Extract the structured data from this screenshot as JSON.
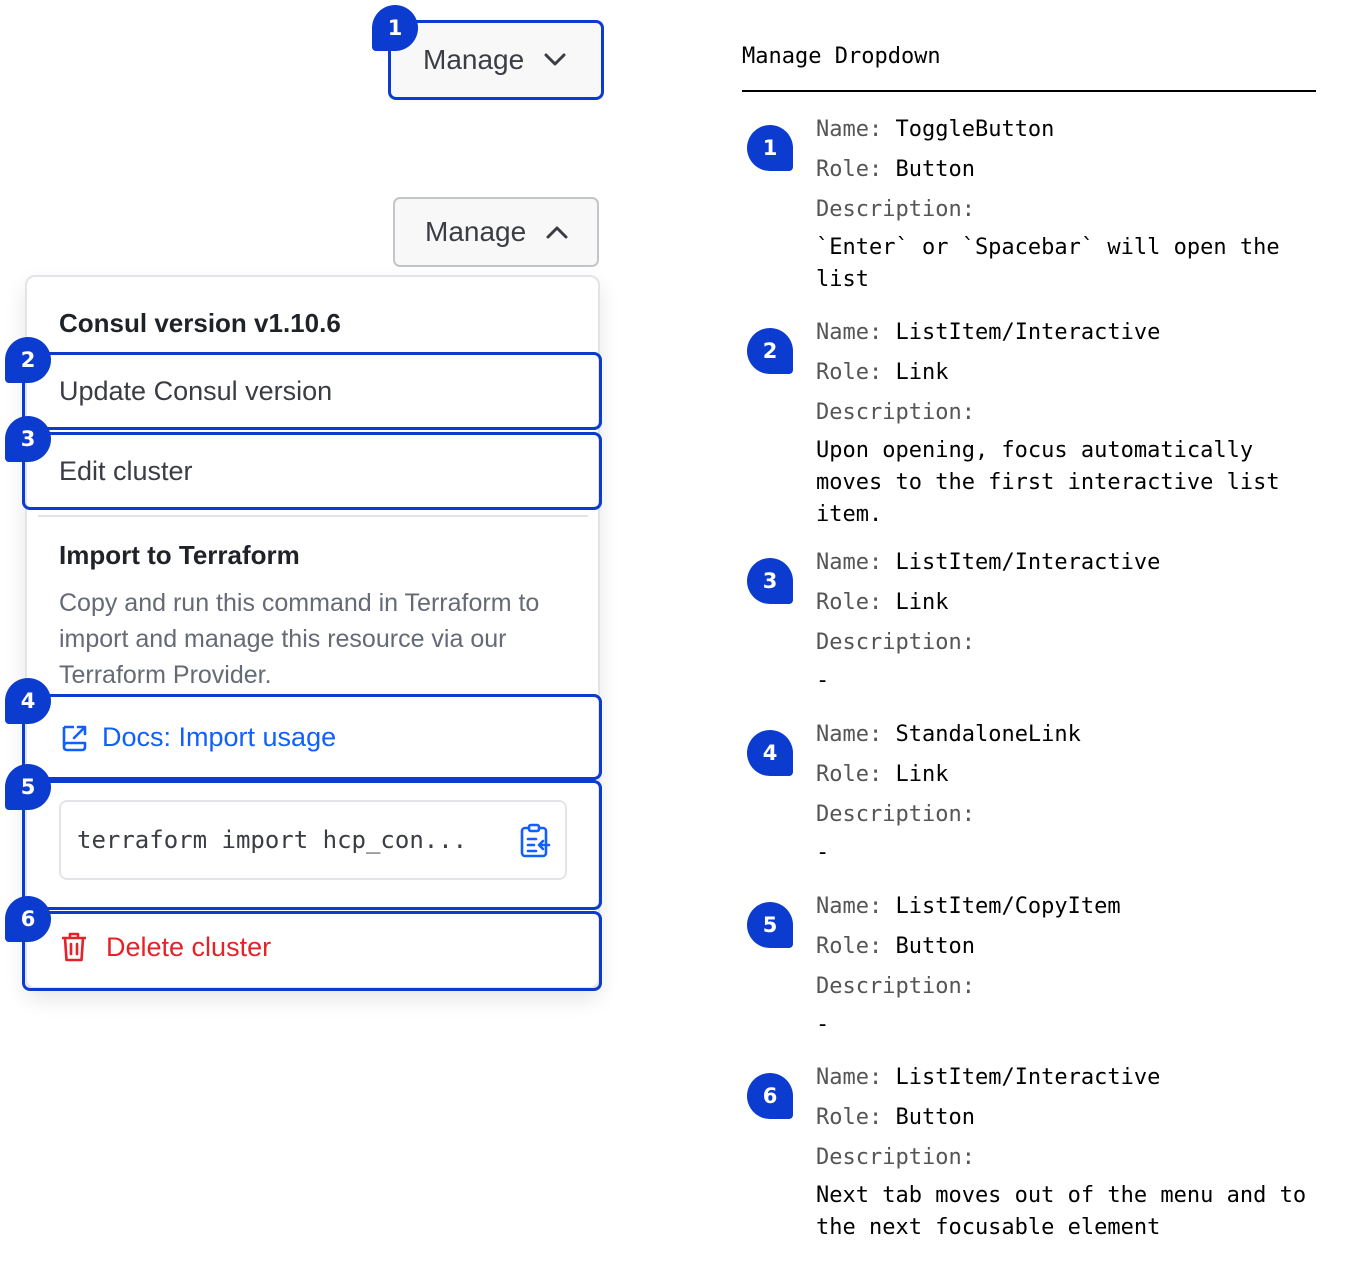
{
  "toggle_closed": {
    "label": "Manage",
    "icon": "chevron-down-icon"
  },
  "toggle_open": {
    "label": "Manage",
    "icon": "chevron-up-icon"
  },
  "dropdown": {
    "version_title": "Consul version v1.10.6",
    "update_label": "Update Consul version",
    "edit_label": "Edit cluster",
    "import_title": "Import to Terraform",
    "import_description": "Copy and run this command in Terraform to import and manage this resource via our Terraform Provider.",
    "docs_link": "Docs: Import usage",
    "copy_command": "terraform import hcp_con...",
    "delete_label": "Delete cluster"
  },
  "badges": [
    "1",
    "2",
    "3",
    "4",
    "5",
    "6"
  ],
  "doc": {
    "title": "Manage Dropdown",
    "name_key": "Name:",
    "role_key": "Role:",
    "desc_key": "Description:",
    "entries": [
      {
        "name": "ToggleButton",
        "role": "Button",
        "description": "`Enter` or `Spacebar` will open the list"
      },
      {
        "name": "ListItem/Interactive",
        "role": "Link",
        "description": "Upon opening, focus automatically moves to the first interactive list item."
      },
      {
        "name": "ListItem/Interactive",
        "role": "Link",
        "description": "-"
      },
      {
        "name": "StandaloneLink",
        "role": "Link",
        "description": "-"
      },
      {
        "name": "ListItem/CopyItem",
        "role": "Button",
        "description": "-"
      },
      {
        "name": "ListItem/Interactive",
        "role": "Button",
        "description": "Next tab moves out of the menu and to the next focusable element"
      }
    ]
  },
  "colors": {
    "accent": "#0c3bcf",
    "link": "#1060ff",
    "danger": "#e52228"
  }
}
